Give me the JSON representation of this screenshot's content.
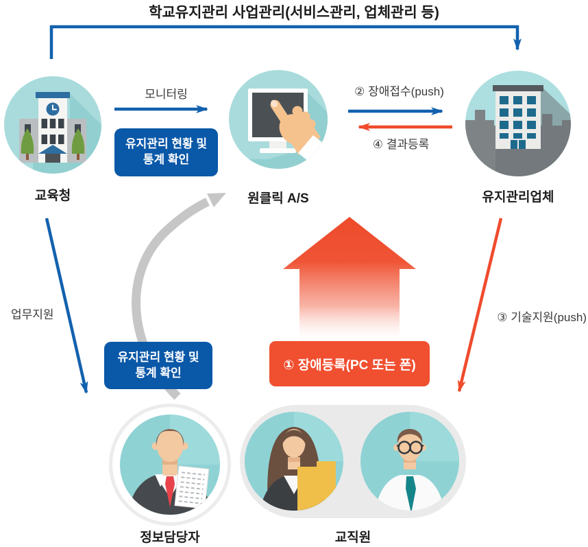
{
  "title": "학교유지관리 사업관리(서비스관리, 업체관리 등)",
  "nodes": {
    "education_office": {
      "label": "교육청",
      "icon": "school-building-icon"
    },
    "oneclick_as": {
      "label": "원클릭 A/S",
      "icon": "monitor-touch-icon"
    },
    "maintenance_company": {
      "label": "유지관리업체",
      "icon": "office-building-icon"
    },
    "info_manager": {
      "label": "정보담당자",
      "icon": "suit-person-document-icon"
    },
    "faculty": {
      "label": "교직원",
      "icons": [
        "woman-folder-icon",
        "man-glasses-icon"
      ]
    }
  },
  "flows": {
    "monitoring": "모니터링",
    "fault_receipt": "② 장애접수(push)",
    "result_register": "④ 결과등록",
    "work_support": "업무지원",
    "tech_support": "③ 기술지원(push)"
  },
  "boxes": {
    "status_top": {
      "line1": "유지관리 현황 및",
      "line2": "통계 확인"
    },
    "status_mid": {
      "line1": "유지관리 현황 및",
      "line2": "통계 확인"
    },
    "fault_register": {
      "label": "① 장애등록(PC 또는 폰)"
    }
  },
  "colors": {
    "blue_arrow": "#1261ae",
    "blue_box": "#0a58a8",
    "red": "#ef4b2c",
    "teal_circle": "#a9dbdc",
    "gray_arrow": "#c6c6c6"
  }
}
